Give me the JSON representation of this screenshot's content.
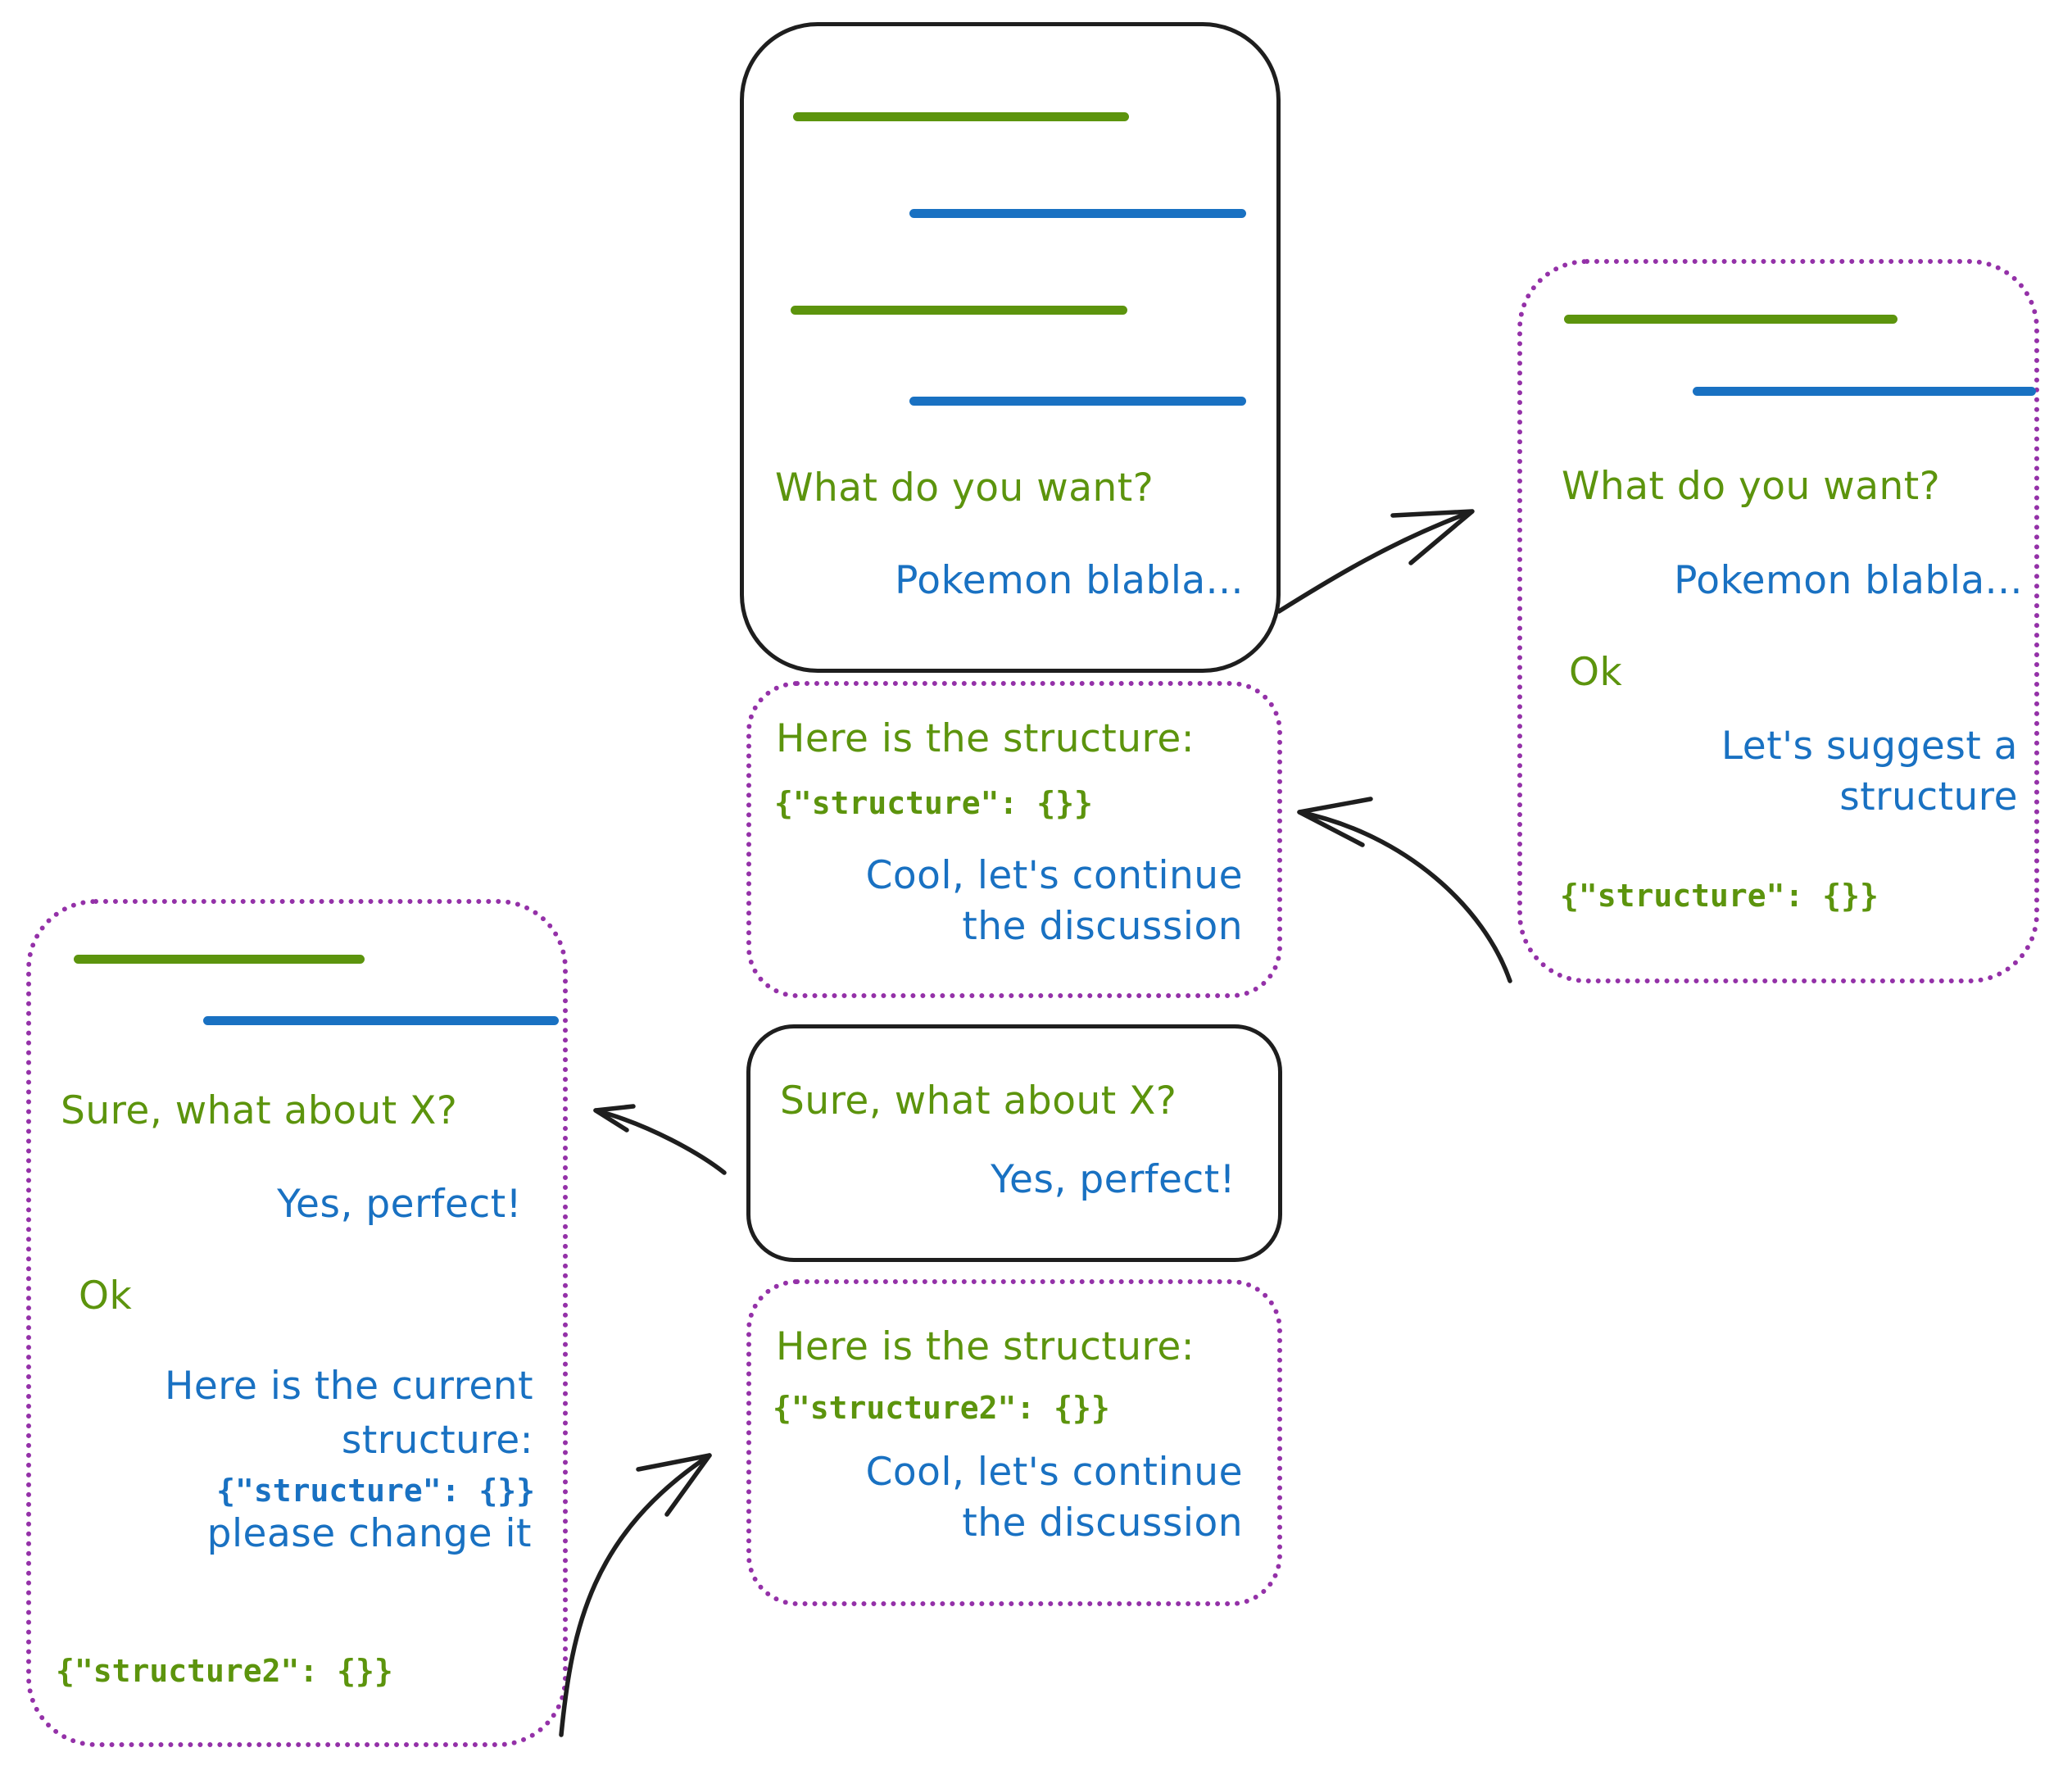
{
  "colors": {
    "ink": "#1e1e1e",
    "green": "#5c940d",
    "blue": "#1971c2",
    "purple": "#9431a8",
    "bg": "#ffffff"
  },
  "top_chat": {
    "question": "What do you want?",
    "reply": "Pokemon blabla..."
  },
  "note1": {
    "heading": "Here is the structure:",
    "code": "{\"structure\": {}}",
    "reply_lines": [
      "Cool, let's continue",
      "the discussion"
    ]
  },
  "mid_chat": {
    "question": "Sure, what about X?",
    "reply": "Yes, perfect!"
  },
  "note2": {
    "heading": "Here is the structure:",
    "code": "{\"structure2\": {}}",
    "reply_lines": [
      "Cool, let's continue",
      "the discussion"
    ]
  },
  "right_chat": {
    "question": "What do you want?",
    "reply": "Pokemon blabla...",
    "ok": "Ok",
    "suggest_lines": [
      "Let's suggest a",
      "structure"
    ],
    "code": "{\"structure\": {}}"
  },
  "left_chat": {
    "question": "Sure, what about X?",
    "reply": "Yes, perfect!",
    "ok": "Ok",
    "current_lines": [
      "Here is the current",
      "structure:"
    ],
    "current_code": "{\"structure\": {}}",
    "change_request": "please change it",
    "code2": "{\"structure2\": {}}"
  }
}
